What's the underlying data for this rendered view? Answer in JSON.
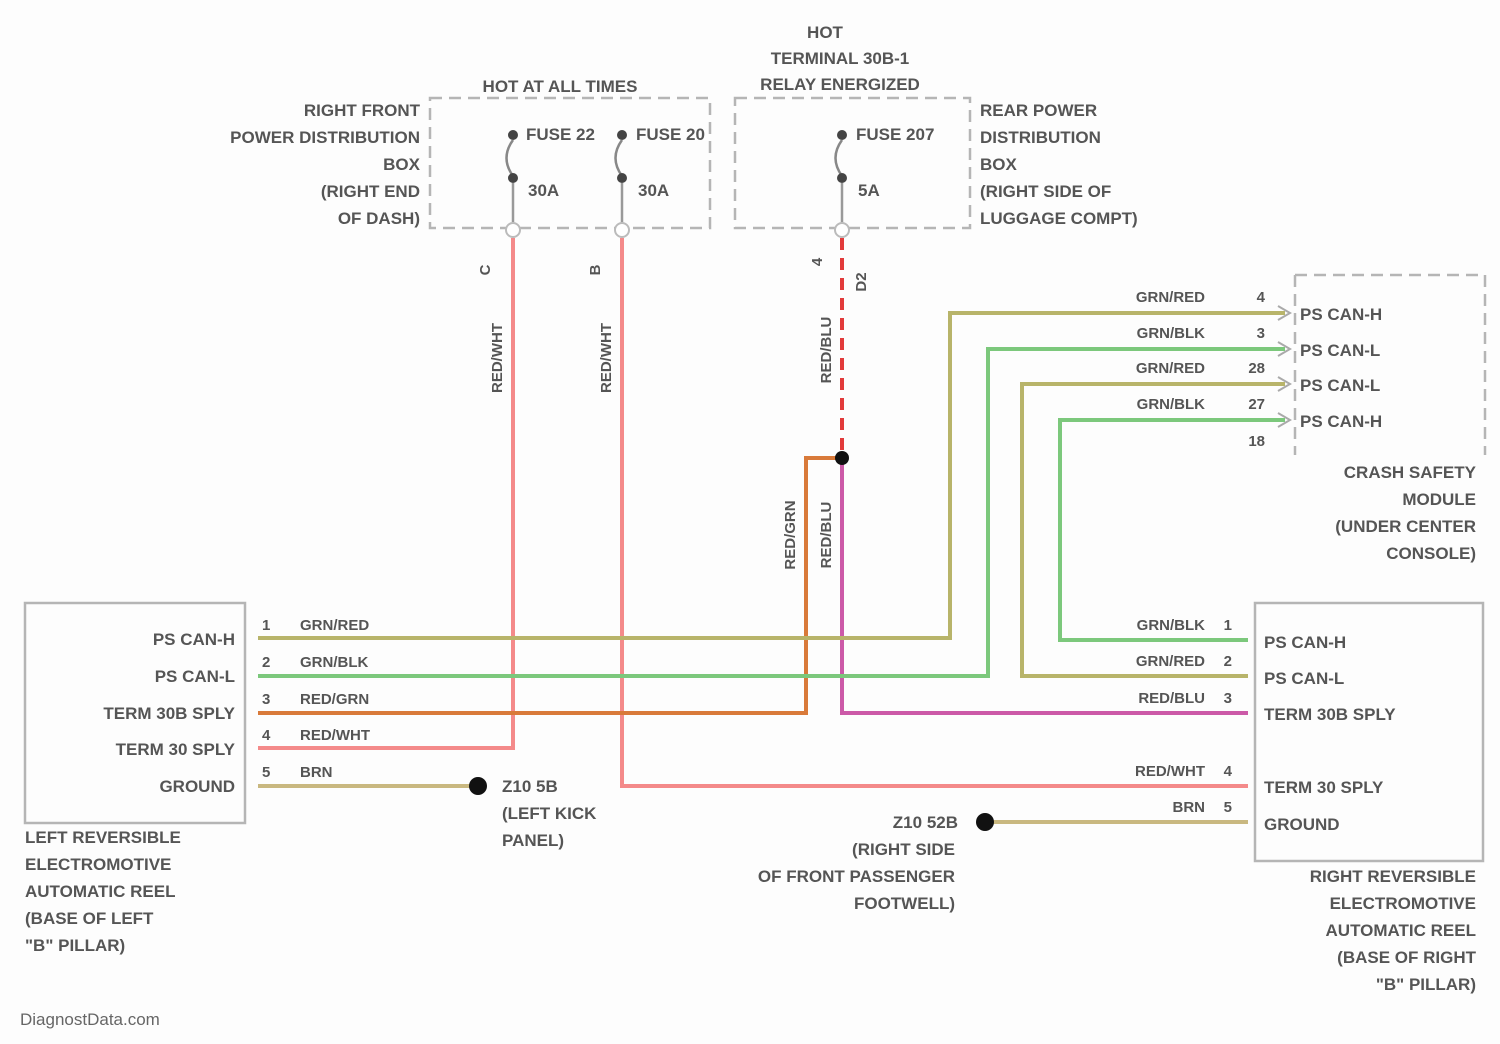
{
  "header": {
    "hot_all_times": "HOT AT ALL TIMES",
    "hot_terminal_line1": "HOT",
    "hot_terminal_line2": "TERMINAL 30B-1",
    "hot_terminal_line3": "RELAY ENERGIZED"
  },
  "rfpdb": [
    "RIGHT FRONT",
    "POWER DISTRIBUTION",
    "BOX",
    "(RIGHT END",
    "OF DASH)"
  ],
  "rpdb": [
    "REAR POWER",
    "DISTRIBUTION",
    "BOX",
    "(RIGHT SIDE OF",
    "LUGGAGE COMPT)"
  ],
  "fuses": [
    {
      "name": "FUSE 22",
      "rating": "30A",
      "cavity": "C"
    },
    {
      "name": "FUSE 20",
      "rating": "30A",
      "cavity": "B"
    },
    {
      "name": "FUSE 207",
      "rating": "5A",
      "cavity": "4"
    }
  ],
  "fuse207_pin2": "D2",
  "vertical_wires": {
    "w1": "RED/WHT",
    "w2": "RED/WHT",
    "w3": "RED/BLU",
    "w4": "RED/GRN",
    "w5": "RED/BLU"
  },
  "crash_module": {
    "rows": [
      {
        "wire": "GRN/RED",
        "pin": "4",
        "signal": "PS CAN-H"
      },
      {
        "wire": "GRN/BLK",
        "pin": "3",
        "signal": "PS CAN-L"
      },
      {
        "wire": "GRN/RED",
        "pin": "28",
        "signal": "PS CAN-L"
      },
      {
        "wire": "GRN/BLK",
        "pin": "27",
        "signal": "PS CAN-H"
      }
    ],
    "extra_pin": "18",
    "title": [
      "CRASH SAFETY",
      "MODULE",
      "(UNDER CENTER",
      "CONSOLE)"
    ]
  },
  "left_reel": {
    "signals": [
      "PS CAN-H",
      "PS CAN-L",
      "TERM 30B SPLY",
      "TERM 30 SPLY",
      "GROUND"
    ],
    "pins": [
      "1",
      "2",
      "3",
      "4",
      "5"
    ],
    "wires": [
      "GRN/RED",
      "GRN/BLK",
      "RED/GRN",
      "RED/WHT",
      "BRN"
    ],
    "title": [
      "LEFT REVERSIBLE",
      "ELECTROMOTIVE",
      "AUTOMATIC REEL",
      "(BASE OF LEFT",
      "\"B\" PILLAR)"
    ]
  },
  "right_reel": {
    "signals": [
      "PS CAN-H",
      "PS CAN-L",
      "TERM 30B SPLY",
      "TERM 30 SPLY",
      "GROUND"
    ],
    "pins": [
      "1",
      "2",
      "3",
      "4",
      "5"
    ],
    "wires": [
      "GRN/BLK",
      "GRN/RED",
      "RED/BLU",
      "RED/WHT",
      "BRN"
    ],
    "title": [
      "RIGHT REVERSIBLE",
      "ELECTROMOTIVE",
      "AUTOMATIC REEL",
      "(BASE OF RIGHT",
      "\"B\" PILLAR)"
    ]
  },
  "ground_left": [
    "Z10 5B",
    "(LEFT KICK",
    "PANEL)"
  ],
  "ground_right": [
    "Z10 52B",
    "(RIGHT SIDE",
    "OF FRONT PASSENGER",
    "FOOTWELL)"
  ],
  "watermark": "DiagnostData.com",
  "colors": {
    "red_wht": "#f48a8a",
    "red_blu": "#e23a3a",
    "red_grn": "#d97a3a",
    "grn_red": "#b8b46a",
    "grn_blk": "#7cc87c",
    "red_blu_pink": "#cc5aa8",
    "brn": "#c9b880",
    "frame": "#b5b5b5"
  }
}
